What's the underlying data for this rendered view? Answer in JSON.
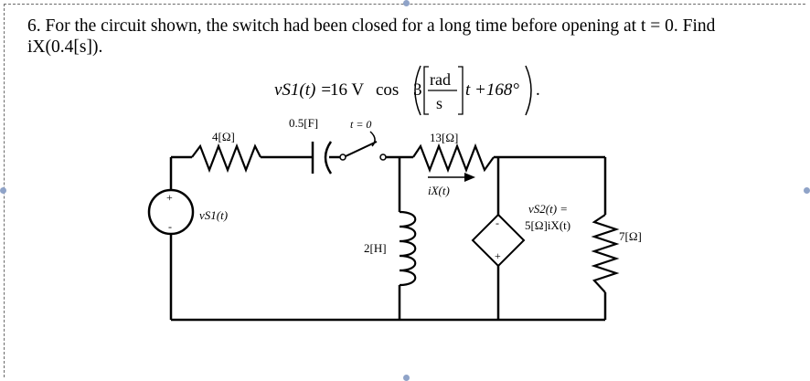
{
  "problem": {
    "line1": "6. For the circuit shown, the switch had been closed for a long time before opening at t = 0.  Find",
    "line2": "iX(0.4[s])."
  },
  "source_equation": {
    "lhs": "vS1(t) =",
    "amplitude": "16 V",
    "func": "cos",
    "coef": "3",
    "unit_num": "rad",
    "unit_den": "s",
    "t_term": "t +168°",
    "end": "."
  },
  "components": {
    "capacitor": "0.5[F]",
    "switch": "t = 0",
    "r1": "4[Ω]",
    "r2": "13[Ω]",
    "current": "iX(t)",
    "inductor": "2[H]",
    "dep_source_line1": "vS2(t) =",
    "dep_source_line2": "5[Ω]iX(t)",
    "r3": "7[Ω]",
    "vs1_label": "vS1(t)",
    "plus": "+",
    "minus": "-"
  }
}
